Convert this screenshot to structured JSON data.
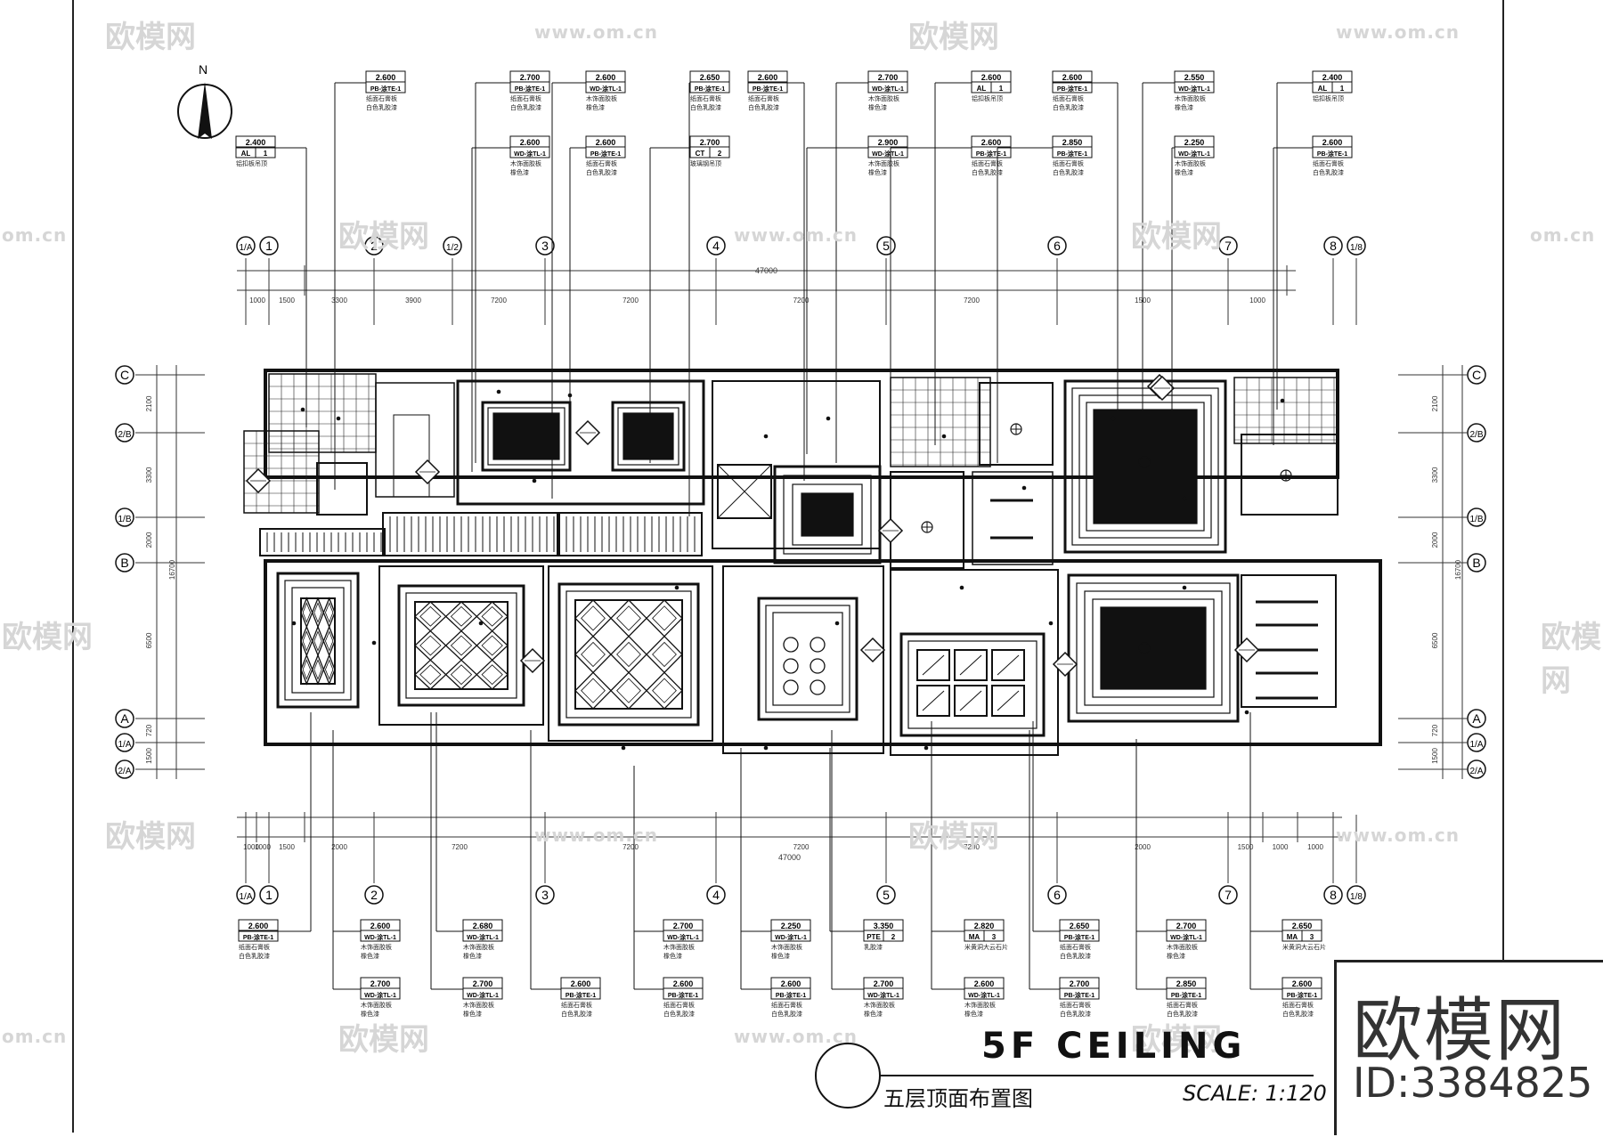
{
  "north": "N",
  "title_en": "5F CEILING",
  "title_cn": "五层顶面布置图",
  "scale": "SCALE: 1:120",
  "brand": {
    "name": "欧模网",
    "id": "ID:3384825"
  },
  "watermark": {
    "text": "欧模网",
    "url": "www.om.cn",
    "url_short": "om.cn"
  },
  "axes_top": [
    "1/A",
    "1",
    "2",
    "1/2",
    "3",
    "4",
    "5",
    "6",
    "7",
    "8",
    "1/8"
  ],
  "axes_bottom": [
    "1/A",
    "1",
    "2",
    "3",
    "4",
    "5",
    "6",
    "7",
    "8",
    "1/8"
  ],
  "axes_left": [
    "C",
    "2/B",
    "1/B",
    "B",
    "A",
    "1/A",
    "2/A"
  ],
  "axes_right": [
    "C",
    "2/B",
    "1/B",
    "B",
    "A",
    "1/A",
    "2/A"
  ],
  "dims_top": {
    "total": "47000",
    "segments": [
      "1000",
      "1500",
      "3300",
      "3900",
      "7200",
      "7200",
      "7200",
      "7200",
      "1500",
      "1000"
    ]
  },
  "dims_bottom": {
    "total": "47000",
    "segments": [
      "1000",
      "1000",
      "1500",
      "2000",
      "7200",
      "7200",
      "7200",
      "7200",
      "2000",
      "1500",
      "1000",
      "1000"
    ]
  },
  "dims_left": {
    "total": "16700",
    "segments": [
      "2100",
      "3300",
      "2000",
      "6500",
      "720",
      "1500"
    ]
  },
  "dims_right": {
    "total": "16700",
    "segments": [
      "2100",
      "3300",
      "2000",
      "6500",
      "720",
      "1500"
    ]
  },
  "tags_top_row1": [
    {
      "h": "2.600",
      "c1": "PB-涂TE-1",
      "c2": "",
      "t1": "纸面石膏板",
      "t2": "白色乳胶漆"
    },
    {
      "h": "2.700",
      "c1": "PB-涂TE-1",
      "c2": "",
      "t1": "纸面石膏板",
      "t2": "白色乳胶漆"
    },
    {
      "h": "2.600",
      "c1": "WD-涂TL-1",
      "c2": "",
      "t1": "木饰面胶板",
      "t2": "橡色漆"
    },
    {
      "h": "2.650",
      "c1": "PB-涂TE-1",
      "c2": "",
      "t1": "纸面石膏板",
      "t2": "白色乳胶漆"
    },
    {
      "h": "2.600",
      "c1": "PB-涂TE-1",
      "c2": "",
      "t1": "纸面石膏板",
      "t2": "白色乳胶漆"
    },
    {
      "h": "2.700",
      "c1": "WD-涂TL-1",
      "c2": "",
      "t1": "木饰面胶板",
      "t2": "橡色漆"
    },
    {
      "h": "2.600",
      "c1": "AL",
      "c2": "1",
      "t1": "铝扣板吊顶",
      "t2": ""
    },
    {
      "h": "2.600",
      "c1": "PB-涂TE-1",
      "c2": "",
      "t1": "纸面石膏板",
      "t2": "白色乳胶漆"
    },
    {
      "h": "2.550",
      "c1": "WD-涂TL-1",
      "c2": "",
      "t1": "木饰面胶板",
      "t2": "橡色漆"
    },
    {
      "h": "2.400",
      "c1": "AL",
      "c2": "1",
      "t1": "铝扣板吊顶",
      "t2": ""
    }
  ],
  "tags_top_row2": [
    {
      "h": "2.400",
      "c1": "AL",
      "c2": "1",
      "t1": "铝扣板吊顶",
      "t2": ""
    },
    {
      "h": "2.600",
      "c1": "WD-涂TL-1",
      "c2": "",
      "t1": "木饰面胶板",
      "t2": "橡色漆"
    },
    {
      "h": "2.600",
      "c1": "PB-涂TE-1",
      "c2": "",
      "t1": "纸面石膏板",
      "t2": "白色乳胶漆"
    },
    {
      "h": "2.700",
      "c1": "CT",
      "c2": "2",
      "t1": "玻璃钢吊顶",
      "t2": ""
    },
    {
      "h": "2.900",
      "c1": "WD-涂TL-1",
      "c2": "",
      "t1": "木饰面胶板",
      "t2": "橡色漆"
    },
    {
      "h": "2.600",
      "c1": "PB-涂TE-1",
      "c2": "",
      "t1": "纸面石膏板",
      "t2": "白色乳胶漆"
    },
    {
      "h": "2.850",
      "c1": "PB-涂TE-1",
      "c2": "",
      "t1": "纸面石膏板",
      "t2": "白色乳胶漆"
    },
    {
      "h": "2.250",
      "c1": "WD-涂TL-1",
      "c2": "",
      "t1": "木饰面胶板",
      "t2": "橡色漆"
    },
    {
      "h": "2.600",
      "c1": "PB-涂TE-1",
      "c2": "",
      "t1": "纸面石膏板",
      "t2": "白色乳胶漆"
    }
  ],
  "tags_bottom_row1": [
    {
      "h": "2.600",
      "c1": "PB-涂TE-1",
      "c2": "",
      "t1": "纸面石膏板",
      "t2": "白色乳胶漆"
    },
    {
      "h": "2.600",
      "c1": "WD-涂TL-1",
      "c2": "",
      "t1": "木饰面胶板",
      "t2": "橡色漆"
    },
    {
      "h": "2.680",
      "c1": "WD-涂TL-1",
      "c2": "",
      "t1": "木饰面胶板",
      "t2": "橡色漆"
    },
    {
      "h": "2.700",
      "c1": "WD-涂TL-1",
      "c2": "",
      "t1": "木饰面胶板",
      "t2": "橡色漆"
    },
    {
      "h": "2.250",
      "c1": "WD-涂TL-1",
      "c2": "",
      "t1": "木饰面胶板",
      "t2": "橡色漆"
    },
    {
      "h": "3.350",
      "c1": "PTE",
      "c2": "2",
      "t1": "乳胶漆",
      "t2": ""
    },
    {
      "h": "2.820",
      "c1": "MA",
      "c2": "3",
      "t1": "米黄洞大云石片",
      "t2": ""
    },
    {
      "h": "2.650",
      "c1": "PB-涂TE-1",
      "c2": "",
      "t1": "纸面石膏板",
      "t2": "白色乳胶漆"
    },
    {
      "h": "2.700",
      "c1": "WD-涂TL-1",
      "c2": "",
      "t1": "木饰面胶板",
      "t2": "橡色漆"
    },
    {
      "h": "2.650",
      "c1": "MA",
      "c2": "3",
      "t1": "米黄洞大云石片",
      "t2": ""
    }
  ],
  "tags_bottom_row2": [
    {
      "h": "2.700",
      "c1": "WD-涂TL-1",
      "c2": "",
      "t1": "木饰面胶板",
      "t2": "橡色漆"
    },
    {
      "h": "2.700",
      "c1": "WD-涂TL-1",
      "c2": "",
      "t1": "木饰面胶板",
      "t2": "橡色漆"
    },
    {
      "h": "2.600",
      "c1": "PB-涂TE-1",
      "c2": "",
      "t1": "纸面石膏板",
      "t2": "白色乳胶漆"
    },
    {
      "h": "2.600",
      "c1": "PB-涂TE-1",
      "c2": "",
      "t1": "纸面石膏板",
      "t2": "白色乳胶漆"
    },
    {
      "h": "2.600",
      "c1": "PB-涂TE-1",
      "c2": "",
      "t1": "纸面石膏板",
      "t2": "白色乳胶漆"
    },
    {
      "h": "2.700",
      "c1": "WD-涂TL-1",
      "c2": "",
      "t1": "木饰面胶板",
      "t2": "橡色漆"
    },
    {
      "h": "2.600",
      "c1": "WD-涂TL-1",
      "c2": "",
      "t1": "木饰面胶板",
      "t2": "橡色漆"
    },
    {
      "h": "2.700",
      "c1": "PB-涂TE-1",
      "c2": "",
      "t1": "纸面石膏板",
      "t2": "白色乳胶漆"
    },
    {
      "h": "2.850",
      "c1": "PB-涂TE-1",
      "c2": "",
      "t1": "纸面石膏板",
      "t2": "白色乳胶漆"
    },
    {
      "h": "2.600",
      "c1": "PB-涂TE-1",
      "c2": "",
      "t1": "纸面石膏板",
      "t2": "白色乳胶漆"
    }
  ]
}
